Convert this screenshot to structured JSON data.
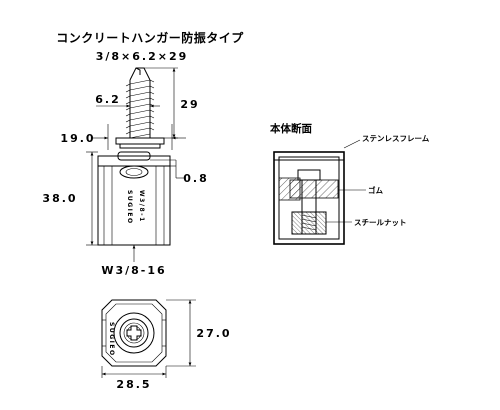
{
  "title": "コンクリートハンガー防振タイプ",
  "subtitle": "3/8×6.2×29",
  "dimensions": {
    "screw_dia": "6.2",
    "screw_len": "29",
    "washer_dia": "19.0",
    "gap": "0.8",
    "body_height": "38.0",
    "thread": "W3/8-16",
    "width": "28.5",
    "depth": "27.0"
  },
  "section": {
    "title": "本体断面",
    "labels": {
      "frame": "ステンレスフレーム",
      "rubber": "ゴム",
      "nut": "スチールナット"
    }
  },
  "marks": {
    "body_text_1": "SUGIEO",
    "body_text_2": "W3/8-1",
    "base_text": "SUGIEO"
  }
}
